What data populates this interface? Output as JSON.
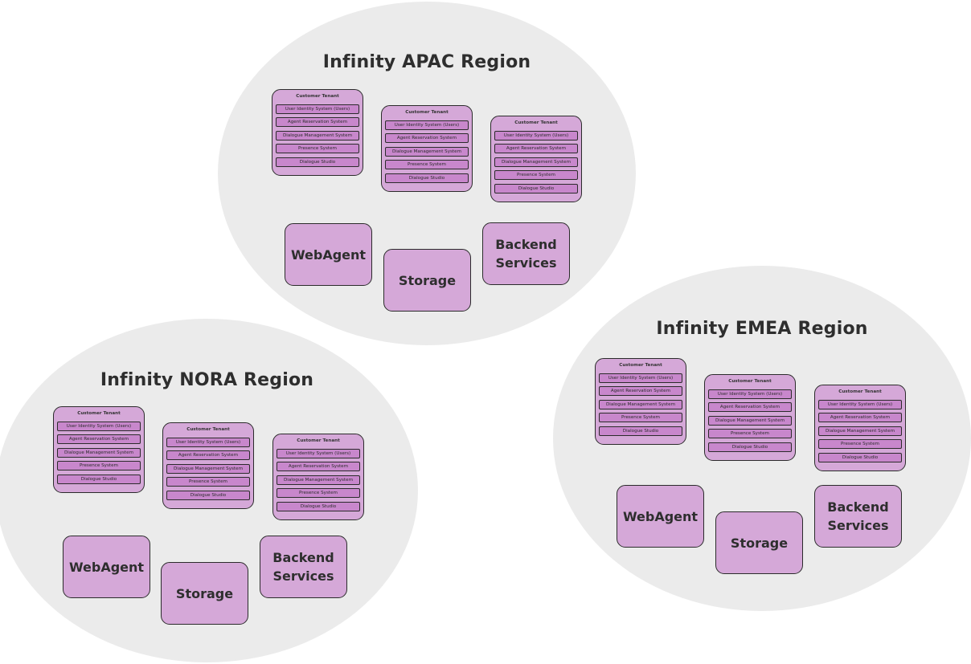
{
  "regions": [
    {
      "title": "Infinity APAC Region",
      "tenants": [
        {
          "title": "Customer Tenant",
          "items": [
            "User Identity System (Users)",
            "Agent Reservation System",
            "Dialogue Management System",
            "Presence System",
            "Dialogue Studio"
          ]
        },
        {
          "title": "Customer Tenant",
          "items": [
            "User Identity System (Users)",
            "Agent Reservation System",
            "Dialogue Management System",
            "Presence System",
            "Dialogue Studio"
          ]
        },
        {
          "title": "Customer Tenant",
          "items": [
            "User Identity System (Users)",
            "Agent Reservation System",
            "Dialogue Management System",
            "Presence System",
            "Dialogue Studio"
          ]
        }
      ],
      "services": [
        "WebAgent",
        "Storage",
        "Backend\nServices"
      ]
    },
    {
      "title": "Infinity NORA Region",
      "tenants": [
        {
          "title": "Customer Tenant",
          "items": [
            "User Identity System (Users)",
            "Agent Reservation System",
            "Dialogue Management System",
            "Presence System",
            "Dialogue Studio"
          ]
        },
        {
          "title": "Customer Tenant",
          "items": [
            "User Identity System (Users)",
            "Agent Reservation System",
            "Dialogue Management System",
            "Presence System",
            "Dialogue Studio"
          ]
        },
        {
          "title": "Customer Tenant",
          "items": [
            "User Identity System (Users)",
            "Agent Reservation System",
            "Dialogue Management System",
            "Presence System",
            "Dialogue Studio"
          ]
        }
      ],
      "services": [
        "WebAgent",
        "Storage",
        "Backend\nServices"
      ]
    },
    {
      "title": "Infinity EMEA Region",
      "tenants": [
        {
          "title": "Customer Tenant",
          "items": [
            "User Identity System (Users)",
            "Agent Reservation System",
            "Dialogue Management System",
            "Presence System",
            "Dialogue Studio"
          ]
        },
        {
          "title": "Customer Tenant",
          "items": [
            "User Identity System (Users)",
            "Agent Reservation System",
            "Dialogue Management System",
            "Presence System",
            "Dialogue Studio"
          ]
        },
        {
          "title": "Customer Tenant",
          "items": [
            "User Identity System (Users)",
            "Agent Reservation System",
            "Dialogue Management System",
            "Presence System",
            "Dialogue Studio"
          ]
        }
      ],
      "services": [
        "WebAgent",
        "Storage",
        "Backend\nServices"
      ]
    }
  ]
}
